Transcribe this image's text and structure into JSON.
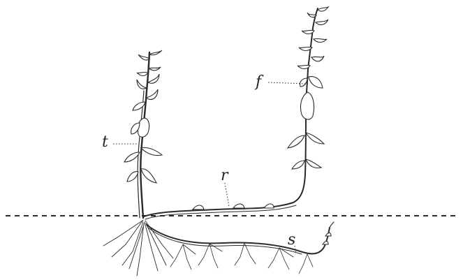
{
  "labels": {
    "t": "t",
    "f": "f",
    "r": "r",
    "s": "s"
  },
  "colors": {
    "ink": "#2a2a2a",
    "background": "#ffffff"
  }
}
